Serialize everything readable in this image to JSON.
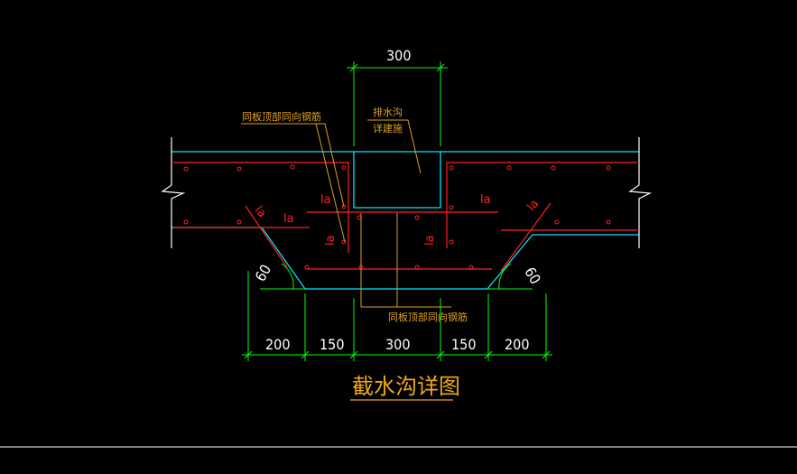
{
  "drawing": {
    "title": "截水沟详图",
    "notes": {
      "top_left": "同板顶部同向钢筋",
      "drain_line1": "排水沟",
      "drain_line2": "详建施",
      "bottom": "同板顶部同向钢筋"
    },
    "dimensions": {
      "top": "300",
      "bottom": [
        "200",
        "150",
        "300",
        "150",
        "200"
      ]
    },
    "angles": {
      "left": "60",
      "right": "60"
    },
    "anchorage_labels": [
      "la",
      "la",
      "la",
      "la",
      "la",
      "la",
      "la"
    ],
    "colors": {
      "background": "#000000",
      "concrete": "#00e5ff",
      "rebar": "#ff2020",
      "dimension": "#00ff00",
      "annotation": "#e0a020"
    }
  }
}
